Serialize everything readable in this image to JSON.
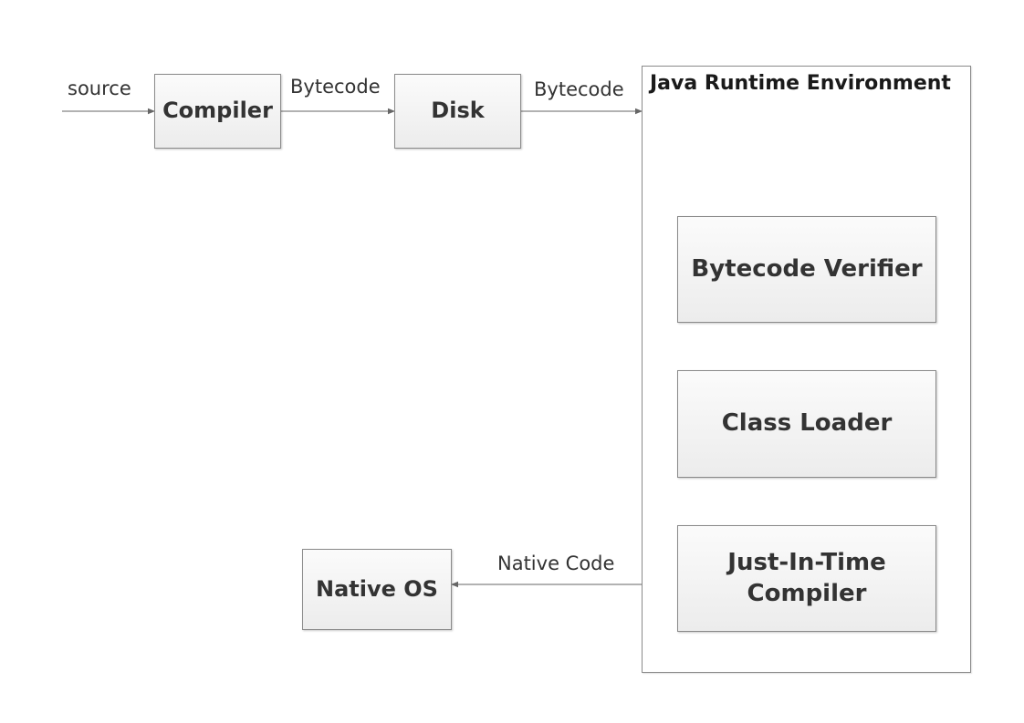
{
  "nodes": {
    "compiler": "Compiler",
    "disk": "Disk",
    "native_os": "Native OS",
    "jre": {
      "title": "Java Runtime Environment",
      "bytecode_verifier": "Bytecode Verifier",
      "class_loader": "Class Loader",
      "jit_line1": "Just-In-Time",
      "jit_line2": "Compiler"
    }
  },
  "edges": {
    "source_to_compiler": "source",
    "compiler_to_disk": "Bytecode",
    "disk_to_jre": "Bytecode",
    "jre_to_native": "Native Code"
  },
  "colors": {
    "box_border": "#8a8a8a",
    "box_fill_top": "#fbfbfb",
    "box_fill_bottom": "#ececec",
    "arrow": "#666666",
    "text": "#333333"
  }
}
